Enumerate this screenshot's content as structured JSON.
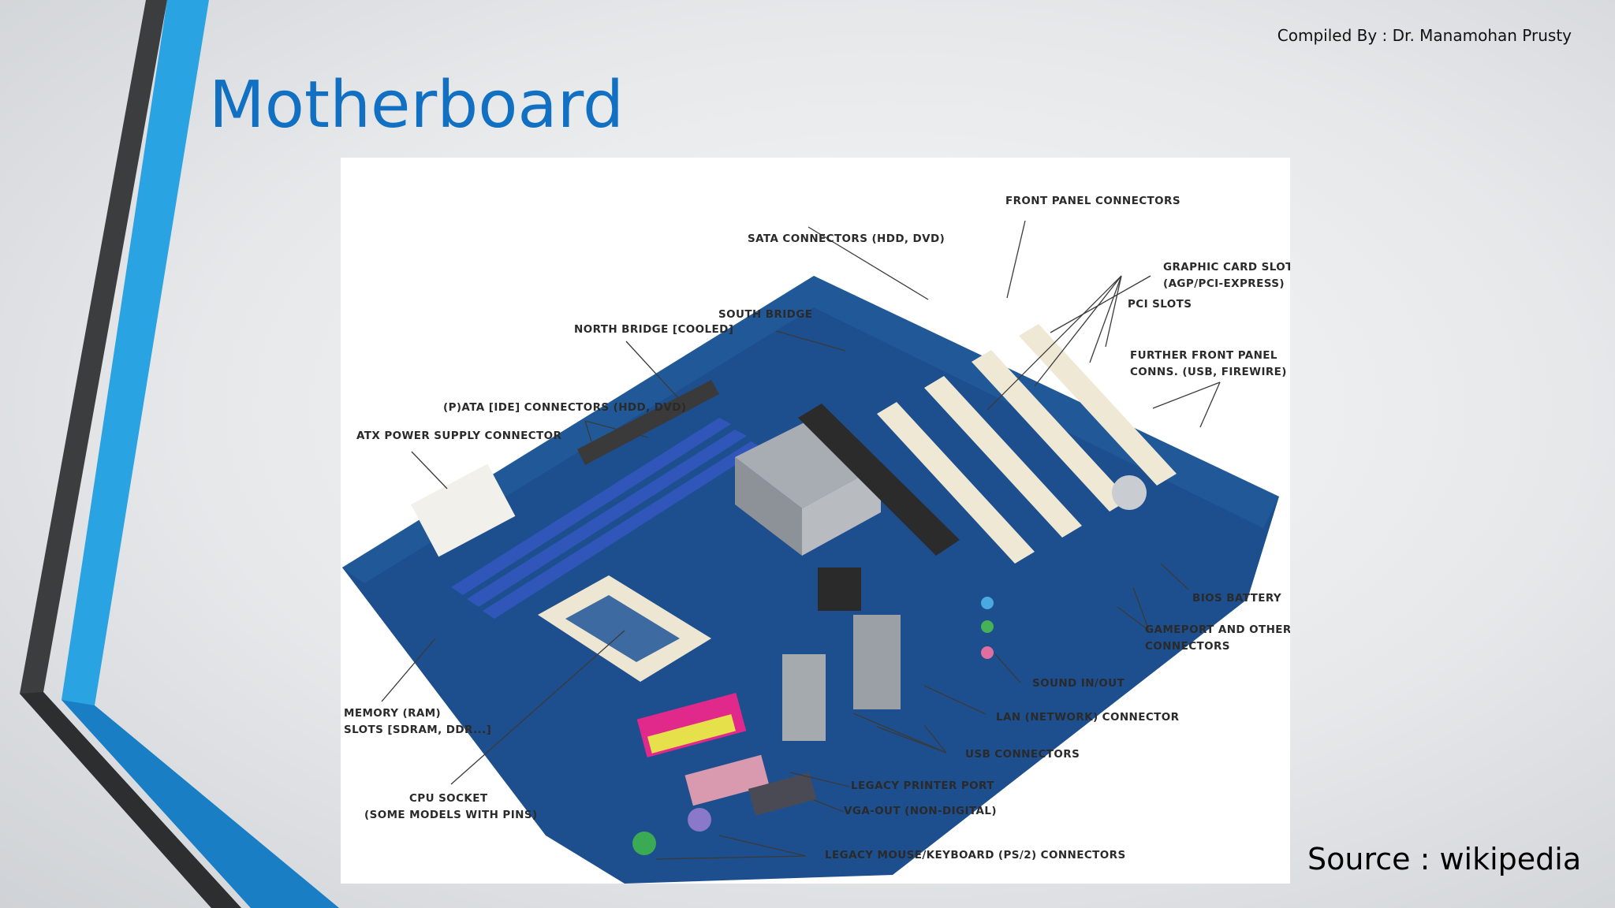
{
  "slide": {
    "credit": "Compiled By : Dr. Manamohan Prusty",
    "title": "Motherboard",
    "source": "Source : wikipedia"
  },
  "diagram": {
    "labels": {
      "front_panel": "FRONT PANEL CONNECTORS",
      "sata": "SATA CONNECTORS (HDD, DVD)",
      "graphic_1": "GRAPHIC CARD SLOT",
      "graphic_2": "(AGP/PCI-EXPRESS)",
      "pci": "PCI SLOTS",
      "south": "SOUTH BRIDGE",
      "north": "NORTH BRIDGE [COOLED]",
      "further_1": "FURTHER FRONT PANEL",
      "further_2": "CONNS. (USB, FIREWIRE)",
      "pata": "(P)ATA [IDE] CONNECTORS (HDD, DVD)",
      "atx": "ATX POWER SUPPLY CONNECTOR",
      "bios": "BIOS BATTERY",
      "game_1": "GAMEPORT AND OTHER",
      "game_2": "CONNECTORS",
      "sound": "SOUND IN/OUT",
      "lan": "LAN (NETWORK) CONNECTOR",
      "memory_1": "MEMORY (RAM)",
      "memory_2": "SLOTS [SDRAM, DDR...]",
      "usb": "USB CONNECTORS",
      "printer": "LEGACY PRINTER PORT",
      "vga": "VGA-OUT (NON-DIGITAL)",
      "cpu_1": "CPU SOCKET",
      "cpu_2": "(SOME MODELS WITH PINS)",
      "ps2": "LEGACY MOUSE/KEYBOARD (PS/2) CONNECTORS"
    }
  },
  "colors": {
    "title": "#1270c3",
    "accent_blue": "#2aa3e3",
    "accent_dark": "#3c3d3f",
    "board": "#1d4f8e"
  }
}
